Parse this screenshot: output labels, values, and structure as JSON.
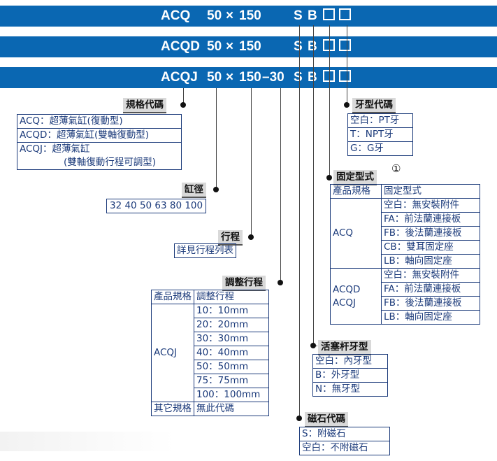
{
  "codes": [
    {
      "model": "ACQ",
      "size": "50",
      "x": "×",
      "stroke": "150",
      "adj": "",
      "magnet": "S",
      "rod": "B"
    },
    {
      "model": "ACQD",
      "size": "50",
      "x": "×",
      "stroke": "150",
      "adj": "",
      "magnet": "S",
      "rod": "B"
    },
    {
      "model": "ACQJ",
      "size": "50",
      "x": "×",
      "stroke": "150",
      "adj": "–30",
      "magnet": "S",
      "rod": "B"
    }
  ],
  "spec": {
    "header": "規格代碼",
    "rows": [
      [
        "ACQ：",
        "超薄氣缸(復動型)"
      ],
      [
        "ACQD：",
        "超薄氣缸(雙軸復動型)"
      ],
      [
        "ACQJ：",
        "超薄氣缸"
      ],
      [
        "",
        "(雙軸復動行程可調型)"
      ]
    ]
  },
  "bore": {
    "header": "缸徑",
    "values": "32 40 50 63 80 100"
  },
  "stroke": {
    "header": "行程",
    "value": "詳見行程列表"
  },
  "adjust": {
    "header": "調整行程",
    "col1": "產品規格",
    "col2": "調整行程",
    "model": "ACQJ",
    "options": [
      "10：10mm",
      "20：20mm",
      "30：30mm",
      "40：40mm",
      "50：50mm",
      "75：75mm",
      "100：100mm"
    ],
    "other_model": "其它規格",
    "other_value": "無此代碼"
  },
  "thread": {
    "header": "牙型代碼",
    "options": [
      "空白：PT牙",
      "T：NPT牙",
      "G：G牙"
    ]
  },
  "mount": {
    "header": "固定型式",
    "note": "①",
    "col1": "產品規格",
    "col2": "固定型式",
    "groups": [
      {
        "model": "ACQ",
        "options": [
          "空白：無安裝附件",
          "FA：前法蘭連接板",
          "FB：後法蘭連接板",
          "CB：雙耳固定座",
          "LB：軸向固定座"
        ]
      },
      {
        "model": "ACQD\nACQJ",
        "options": [
          "空白：無安裝附件",
          "FA：前法蘭連接板",
          "FB：後法蘭連接板",
          "LB：軸向固定座"
        ]
      }
    ]
  },
  "rod_thread": {
    "header": "活塞杆牙型",
    "options": [
      "空白：內牙型",
      "B：外牙型",
      "N：無牙型"
    ]
  },
  "magnet": {
    "header": "磁石代碼",
    "options": [
      "S：附磁石",
      "空白：不附磁石"
    ]
  },
  "colors": {
    "bar": "#0a67b2",
    "text": "#1b3a7a"
  }
}
